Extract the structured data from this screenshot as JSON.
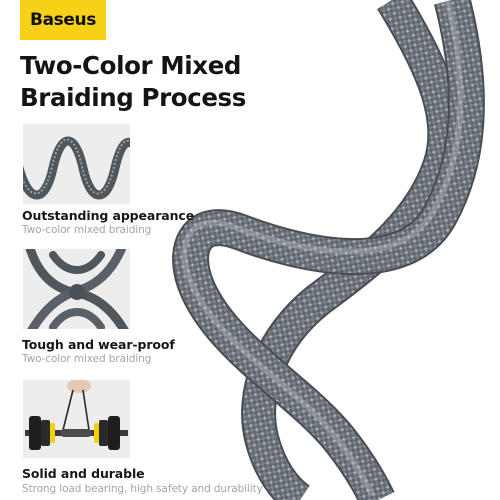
{
  "brand": {
    "logo_text": "Baseus",
    "color": "#f7d117"
  },
  "headline": {
    "line1": "Two-Color Mixed",
    "line2": "Braiding Process"
  },
  "features": [
    {
      "title": "Outstanding appearance",
      "subtitle": "Two-color mixed braiding",
      "icon": "wavy-cable-photo"
    },
    {
      "title": "Tough and wear-proof",
      "subtitle": "Two-color mixed braiding",
      "icon": "knotted-cable-photo"
    },
    {
      "title": "Solid and durable",
      "subtitle": "Strong load bearing, high safety and durability",
      "icon": "dumbbell-hanging-photo"
    }
  ],
  "colors": {
    "cable": "#5a6168",
    "cable_highlight": "#a3a9ae",
    "thumb_bg": "#ededed",
    "subtitle": "#a4a4a4"
  }
}
